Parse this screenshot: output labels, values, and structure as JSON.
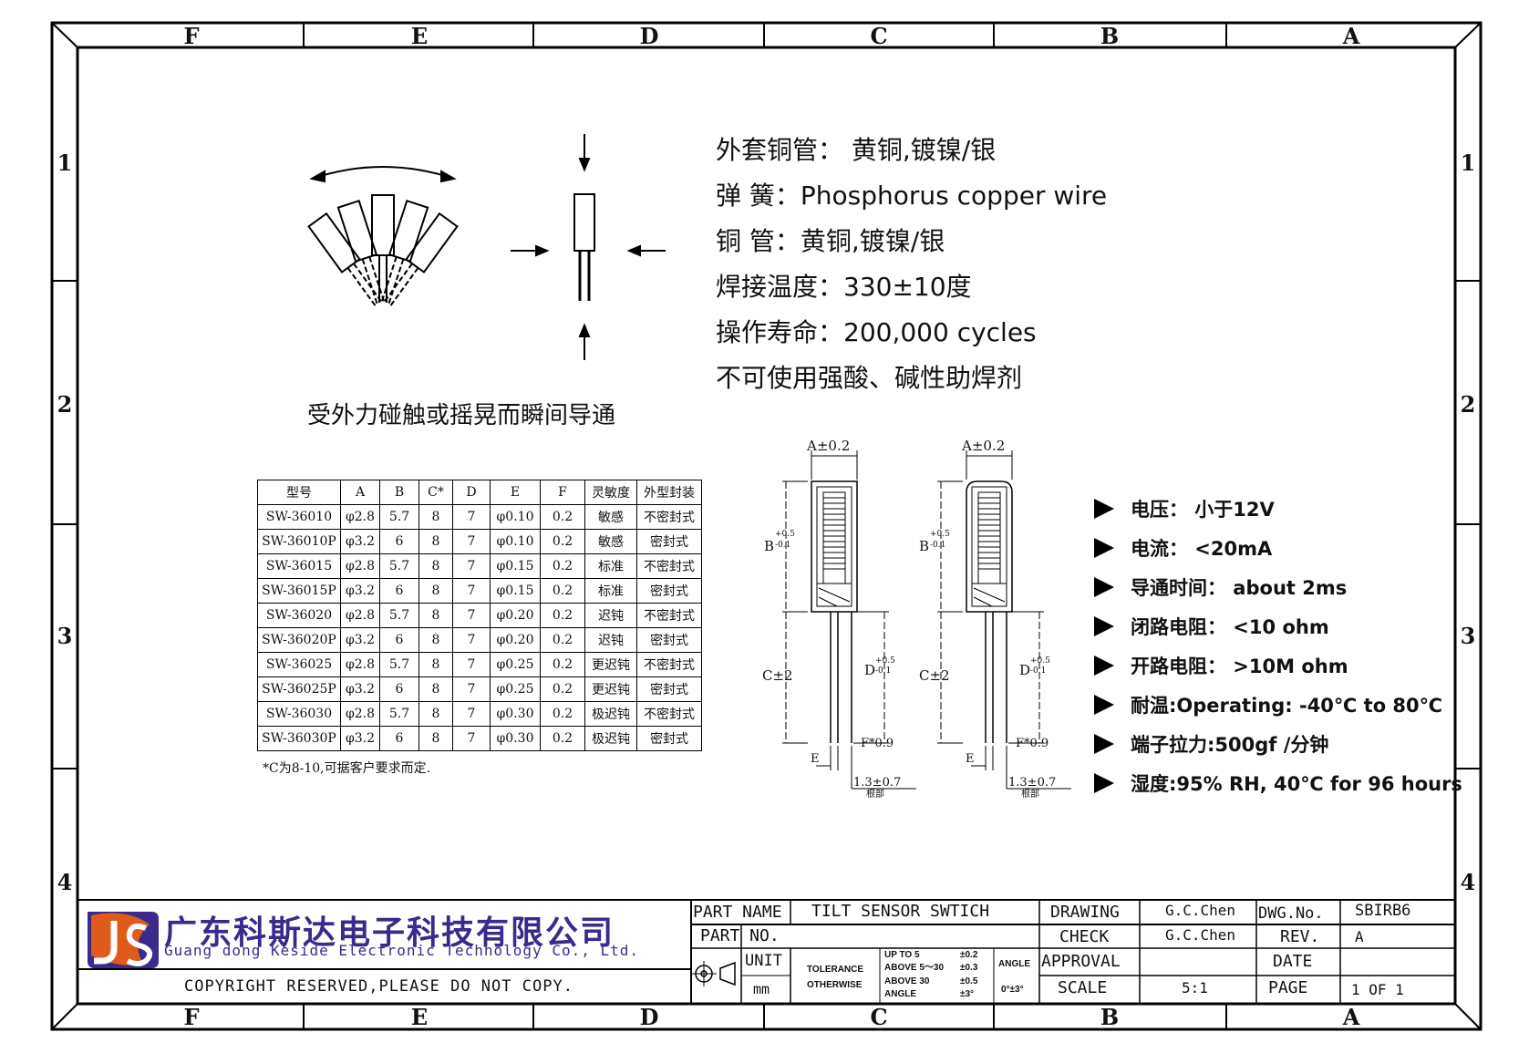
{
  "zones": {
    "cols": [
      "F",
      "E",
      "D",
      "C",
      "B",
      "A"
    ],
    "rows": [
      "1",
      "2",
      "3",
      "4"
    ]
  },
  "specs": [
    "外套铜管： 黄铜,镀镍/银",
    "弹  簧：Phosphorus copper wire",
    "铜  管：黄铜,镀镍/银",
    "焊接温度：330±10度",
    "操作寿命：200,000 cycles",
    "不可使用强酸、碱性助焊剂"
  ],
  "caption": "受外力碰触或摇晃而瞬间导通",
  "table": {
    "headers": [
      "型号",
      "A",
      "B",
      "C*",
      "D",
      "E",
      "F",
      "灵敏度",
      "外型封装"
    ],
    "rows": [
      [
        "SW-36010",
        "φ2.8",
        "5.7",
        "8",
        "7",
        "φ0.10",
        "0.2",
        "敏感",
        "不密封式"
      ],
      [
        "SW-36010P",
        "φ3.2",
        "6",
        "8",
        "7",
        "φ0.10",
        "0.2",
        "敏感",
        "密封式"
      ],
      [
        "SW-36015",
        "φ2.8",
        "5.7",
        "8",
        "7",
        "φ0.15",
        "0.2",
        "标准",
        "不密封式"
      ],
      [
        "SW-36015P",
        "φ3.2",
        "6",
        "8",
        "7",
        "φ0.15",
        "0.2",
        "标准",
        "密封式"
      ],
      [
        "SW-36020",
        "φ2.8",
        "5.7",
        "8",
        "7",
        "φ0.20",
        "0.2",
        "迟钝",
        "不密封式"
      ],
      [
        "SW-36020P",
        "φ3.2",
        "6",
        "8",
        "7",
        "φ0.20",
        "0.2",
        "迟钝",
        "密封式"
      ],
      [
        "SW-36025",
        "φ2.8",
        "5.7",
        "8",
        "7",
        "φ0.25",
        "0.2",
        "更迟钝",
        "不密封式"
      ],
      [
        "SW-36025P",
        "φ3.2",
        "6",
        "8",
        "7",
        "φ0.25",
        "0.2",
        "更迟钝",
        "密封式"
      ],
      [
        "SW-36030",
        "φ2.8",
        "5.7",
        "8",
        "7",
        "φ0.30",
        "0.2",
        "极迟钝",
        "不密封式"
      ],
      [
        "SW-36030P",
        "φ3.2",
        "6",
        "8",
        "7",
        "φ0.30",
        "0.2",
        "极迟钝",
        "密封式"
      ]
    ],
    "note": "*C为8-10,可据客户要求而定."
  },
  "dims": {
    "a": "A±0.2",
    "b": "B",
    "b_tol_up": "+0.5",
    "b_tol_dn": "-0.1",
    "c": "C±2",
    "d": "D",
    "d_tol_up": "+0.5",
    "d_tol_dn": "-0.1",
    "e": "E",
    "f": "F*0.9",
    "root": "1.3±0.7",
    "root_label": "根部"
  },
  "features": [
    "电压：  小于12V",
    "电流：  <20mA",
    "导通时间：  about 2ms",
    "闭路电阻：  <10 ohm",
    "开路电阻：  >10M ohm",
    "耐温:Operating: -40℃ to 80℃",
    "端子拉力:500gf /分钟",
    "湿度:95% RH, 40℃ for 96 hours"
  ],
  "company": {
    "name_cn": "广东科斯达电子科技有限公司",
    "name_en": "Guang dong Keside  Electronic Technology Co., Ltd.",
    "logo_letters": "JS",
    "copyright": "COPYRIGHT RESERVED,PLEASE DO NOT COPY."
  },
  "title_block": {
    "part_name_label": "PART NAME",
    "part_name": "TILT SENSOR SWTICH",
    "part_no_label": "PART NO.",
    "unit_label": "UNIT",
    "unit": "mm",
    "tolerance_label": "TOLERANCE",
    "otherwise_label": "OTHERWISE",
    "tol_rows": [
      [
        "UP TO 5",
        "±0.2"
      ],
      [
        "ABOVE 5～30",
        "±0.3"
      ],
      [
        "ABOVE 30",
        "±0.5"
      ],
      [
        "ANGLE",
        "±3°"
      ]
    ],
    "angle_label": "ANGLE",
    "angle_value": "0°±3°",
    "drawing_label": "DRAWING",
    "drawing": "G.C.Chen",
    "check_label": "CHECK",
    "check": "G.C.Chen",
    "approval_label": "APPROVAL",
    "approval": "",
    "scale_label": "SCALE",
    "scale": "5:1",
    "dwg_no_label": "DWG.No.",
    "dwg_no": "SBIRB6",
    "rev_label": "REV.",
    "rev": "A",
    "date_label": "DATE",
    "date": "",
    "page_label": "PAGE",
    "page": "1 OF 1"
  }
}
